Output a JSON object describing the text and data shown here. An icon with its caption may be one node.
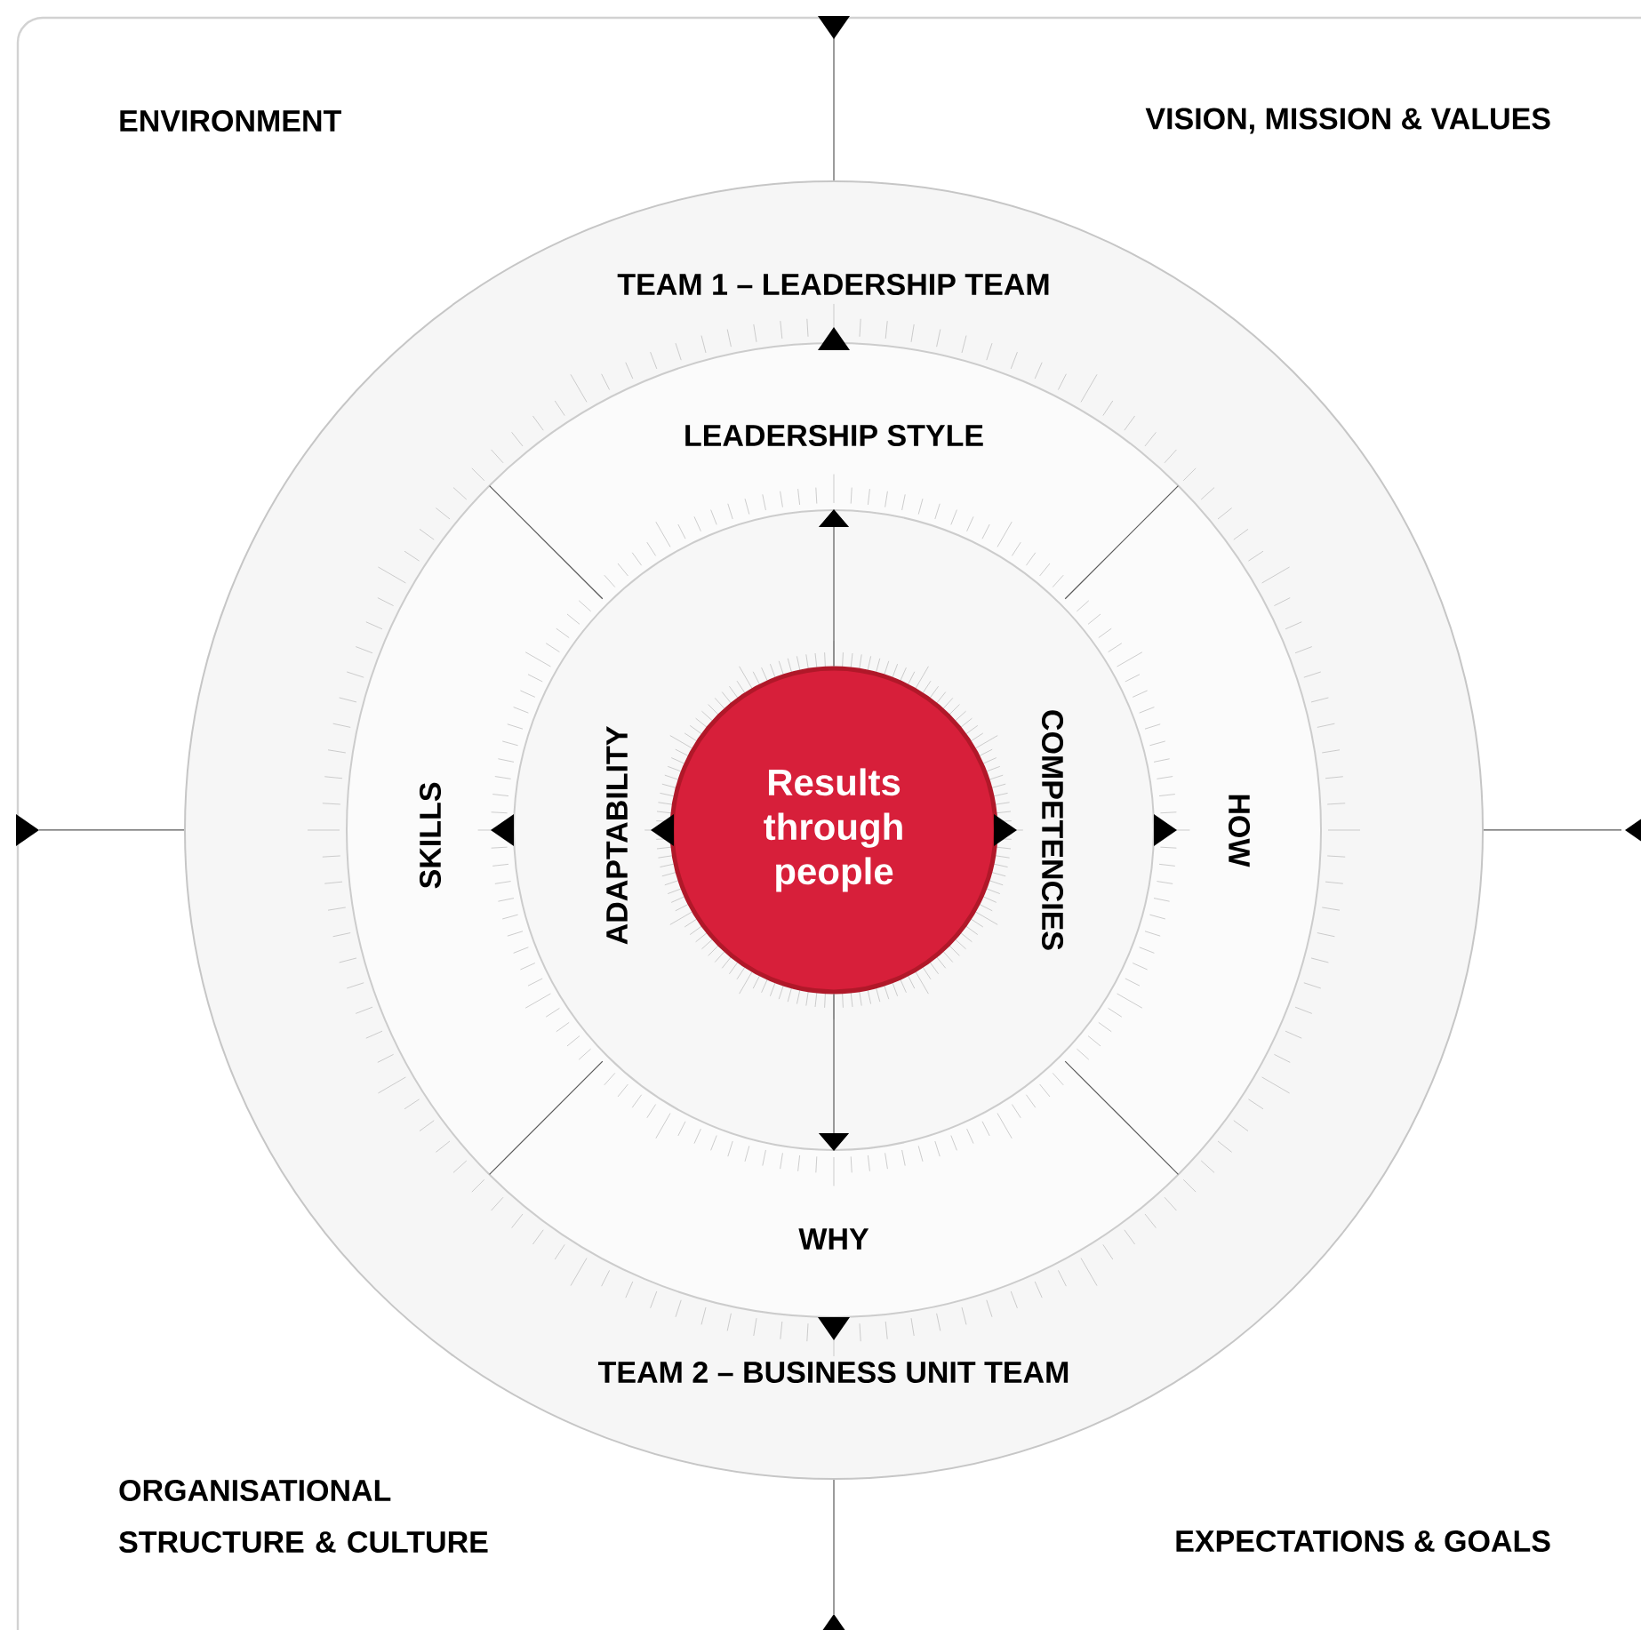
{
  "diagram": {
    "nodes": [
      {
        "text": [
          "TEAM 1 – LEADERSHIP TEAM",
          "TEAM 2 – BUSINESS UNIT TEAM"
        ]
      },
      {
        "text": [
          "LEADERSHIP STYLE",
          "SKILLS",
          "HOW",
          "WHY"
        ],
        "in": 0
      },
      {
        "text": [
          "ADAPTABILITY",
          "COMPETENCIES"
        ],
        "in": 1
      },
      {
        "text": [
          "Results through people"
        ],
        "in": 2
      }
    ],
    "edges": [
      {
        "from": 3,
        "to": 2,
        "arrow": "to"
      },
      {
        "from": 3,
        "to": 2,
        "arrow": "to"
      }
    ],
    "labels": [
      "ENVIRONMENT",
      "VISION, MISSION & VALUES",
      "ORGANISATIONAL STRUCTURE & CULTURE",
      "EXPECTATIONS & GOALS"
    ]
  }
}
